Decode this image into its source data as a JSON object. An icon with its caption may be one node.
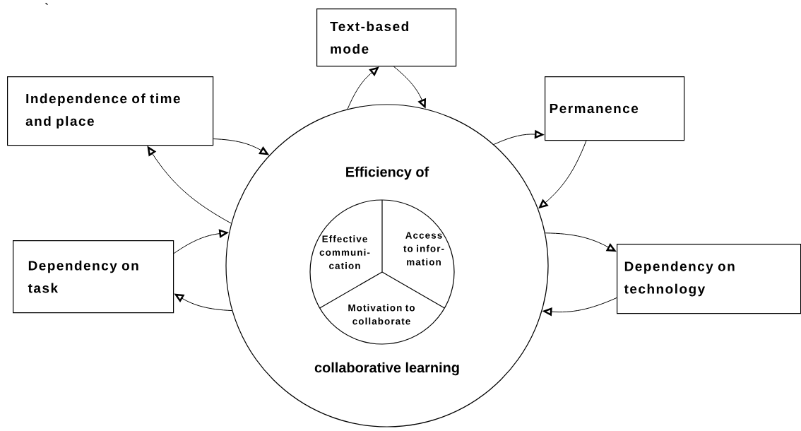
{
  "diagram": {
    "nodes": [
      {
        "text": [
          "Efficiency of",
          "collaborative learning"
        ]
      },
      {
        "text": [],
        "shape": "circle",
        "in": 0
      },
      {
        "text": [
          "Effective communi- cation"
        ],
        "in": 1
      },
      {
        "text": [
          "Access to infor- mation"
        ],
        "in": 1
      },
      {
        "text": [
          "Motivation to collaborate"
        ],
        "in": 1
      },
      {
        "text": [
          "Text-based mode"
        ]
      },
      {
        "text": [
          "Independence of time and place"
        ]
      },
      {
        "text": [
          "Permanence"
        ]
      },
      {
        "text": [
          "Dependency on task"
        ]
      },
      {
        "text": [
          "Dependency on technology"
        ]
      }
    ],
    "edges": [
      {
        "from": 5,
        "to": 0,
        "arrow": "to"
      },
      {
        "from": 0,
        "to": 5,
        "arrow": "to"
      },
      {
        "from": 6,
        "to": 0,
        "arrow": "to"
      },
      {
        "from": 0,
        "to": 6,
        "arrow": "to"
      },
      {
        "from": 7,
        "to": 0,
        "arrow": "to"
      },
      {
        "from": 0,
        "to": 7,
        "arrow": "to"
      },
      {
        "from": 0,
        "to": 8,
        "arrow": "to"
      },
      {
        "from": 8,
        "to": 0,
        "arrow": "to"
      },
      {
        "from": 0,
        "to": 9,
        "arrow": "to"
      },
      {
        "from": 9,
        "to": 0,
        "arrow": "to"
      }
    ],
    "labels": [
      "`"
    ]
  }
}
